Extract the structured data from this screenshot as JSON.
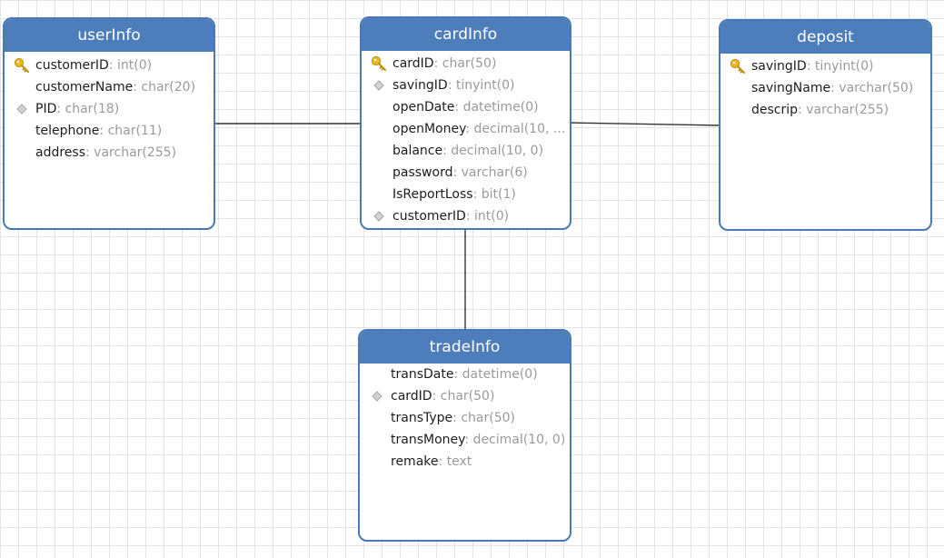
{
  "diagram": {
    "tables": {
      "userInfo": {
        "title": "userInfo",
        "fields": [
          {
            "name": "customerID",
            "type": ": int(0)",
            "icon": "key-icon"
          },
          {
            "name": "customerName",
            "type": ": char(20)",
            "icon": "none"
          },
          {
            "name": "PID",
            "type": ": char(18)",
            "icon": "diamond-icon"
          },
          {
            "name": "telephone",
            "type": ": char(11)",
            "icon": "none"
          },
          {
            "name": "address",
            "type": ": varchar(255)",
            "icon": "none"
          }
        ]
      },
      "cardInfo": {
        "title": "cardInfo",
        "fields": [
          {
            "name": "cardID",
            "type": ": char(50)",
            "icon": "key-icon"
          },
          {
            "name": "savingID",
            "type": ": tinyint(0)",
            "icon": "diamond-icon"
          },
          {
            "name": "openDate",
            "type": ": datetime(0)",
            "icon": "none"
          },
          {
            "name": "openMoney",
            "type": ": decimal(10, ...",
            "icon": "none"
          },
          {
            "name": "balance",
            "type": ": decimal(10, 0)",
            "icon": "none"
          },
          {
            "name": "password",
            "type": ": varchar(6)",
            "icon": "none"
          },
          {
            "name": "IsReportLoss",
            "type": ": bit(1)",
            "icon": "none"
          },
          {
            "name": "customerID",
            "type": ": int(0)",
            "icon": "diamond-icon"
          }
        ]
      },
      "deposit": {
        "title": "deposit",
        "fields": [
          {
            "name": "savingID",
            "type": ": tinyint(0)",
            "icon": "key-icon"
          },
          {
            "name": "savingName",
            "type": ": varchar(50)",
            "icon": "none"
          },
          {
            "name": "descrip",
            "type": ": varchar(255)",
            "icon": "none"
          }
        ]
      },
      "tradeInfo": {
        "title": "tradeInfo",
        "fields": [
          {
            "name": "transDate",
            "type": ": datetime(0)",
            "icon": "none"
          },
          {
            "name": "cardID",
            "type": ": char(50)",
            "icon": "diamond-icon"
          },
          {
            "name": "transType",
            "type": ": char(50)",
            "icon": "none"
          },
          {
            "name": "transMoney",
            "type": ": decimal(10, 0)",
            "icon": "none"
          },
          {
            "name": "remake",
            "type": ": text",
            "icon": "none"
          }
        ]
      }
    },
    "colors": {
      "header": "#4d7ebb",
      "border": "#4a7ab6",
      "key_icon": "#e8b923",
      "diamond_icon": "#b5b5b5",
      "connector": "#333333"
    }
  }
}
